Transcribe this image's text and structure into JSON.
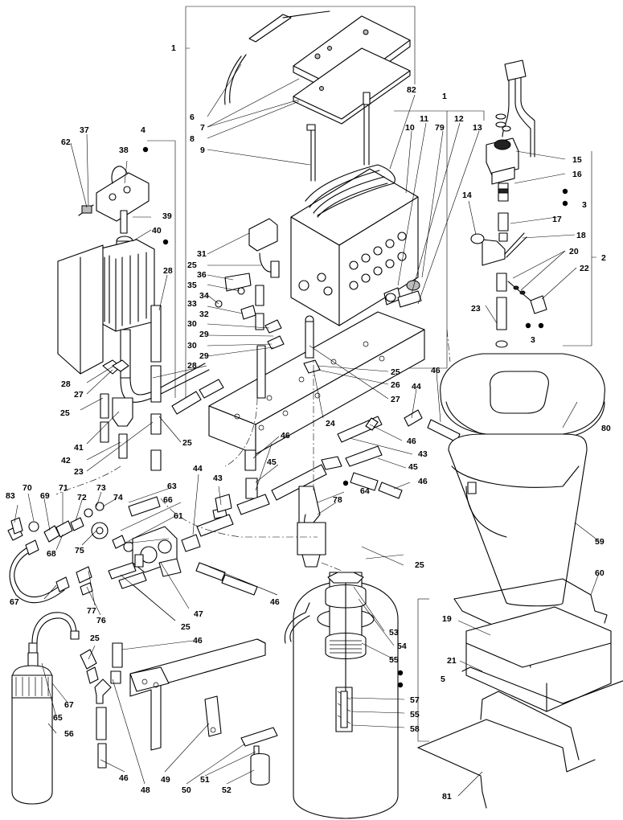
{
  "callouts": [
    {
      "id": "c1",
      "text": "1"
    },
    {
      "id": "c1b",
      "text": "1"
    },
    {
      "id": "c2",
      "text": "2"
    },
    {
      "id": "c3a",
      "text": "3"
    },
    {
      "id": "c3b",
      "text": "3"
    },
    {
      "id": "c4",
      "text": "4"
    },
    {
      "id": "c5",
      "text": "5"
    },
    {
      "id": "c6",
      "text": "6"
    },
    {
      "id": "c7",
      "text": "7"
    },
    {
      "id": "c8",
      "text": "8"
    },
    {
      "id": "c9",
      "text": "9"
    },
    {
      "id": "c10",
      "text": "10"
    },
    {
      "id": "c11",
      "text": "11"
    },
    {
      "id": "c12",
      "text": "12"
    },
    {
      "id": "c13",
      "text": "13"
    },
    {
      "id": "c14",
      "text": "14"
    },
    {
      "id": "c15",
      "text": "15"
    },
    {
      "id": "c16",
      "text": "16"
    },
    {
      "id": "c17",
      "text": "17"
    },
    {
      "id": "c18",
      "text": "18"
    },
    {
      "id": "c19",
      "text": "19"
    },
    {
      "id": "c20",
      "text": "20"
    },
    {
      "id": "c21",
      "text": "21"
    },
    {
      "id": "c22",
      "text": "22"
    },
    {
      "id": "c23a",
      "text": "23"
    },
    {
      "id": "c23b",
      "text": "23"
    },
    {
      "id": "c24",
      "text": "24"
    },
    {
      "id": "c25a",
      "text": "25"
    },
    {
      "id": "c25b",
      "text": "25"
    },
    {
      "id": "c25c",
      "text": "25"
    },
    {
      "id": "c25d",
      "text": "25"
    },
    {
      "id": "c25e",
      "text": "25"
    },
    {
      "id": "c25f",
      "text": "25"
    },
    {
      "id": "c25g",
      "text": "25"
    },
    {
      "id": "c26",
      "text": "26"
    },
    {
      "id": "c27a",
      "text": "27"
    },
    {
      "id": "c27b",
      "text": "27"
    },
    {
      "id": "c28a",
      "text": "28"
    },
    {
      "id": "c28b",
      "text": "28"
    },
    {
      "id": "c28c",
      "text": "28"
    },
    {
      "id": "c29a",
      "text": "29"
    },
    {
      "id": "c29b",
      "text": "29"
    },
    {
      "id": "c30a",
      "text": "30"
    },
    {
      "id": "c30b",
      "text": "30"
    },
    {
      "id": "c31",
      "text": "31"
    },
    {
      "id": "c32",
      "text": "32"
    },
    {
      "id": "c33",
      "text": "33"
    },
    {
      "id": "c34",
      "text": "34"
    },
    {
      "id": "c35",
      "text": "35"
    },
    {
      "id": "c36",
      "text": "36"
    },
    {
      "id": "c37",
      "text": "37"
    },
    {
      "id": "c38",
      "text": "38"
    },
    {
      "id": "c39",
      "text": "39"
    },
    {
      "id": "c40",
      "text": "40"
    },
    {
      "id": "c41",
      "text": "41"
    },
    {
      "id": "c42",
      "text": "42"
    },
    {
      "id": "c43a",
      "text": "43"
    },
    {
      "id": "c43b",
      "text": "43"
    },
    {
      "id": "c44a",
      "text": "44"
    },
    {
      "id": "c44b",
      "text": "44"
    },
    {
      "id": "c45a",
      "text": "45"
    },
    {
      "id": "c45b",
      "text": "45"
    },
    {
      "id": "c46a",
      "text": "46"
    },
    {
      "id": "c46b",
      "text": "46"
    },
    {
      "id": "c46c",
      "text": "46"
    },
    {
      "id": "c46d",
      "text": "46"
    },
    {
      "id": "c46e",
      "text": "46"
    },
    {
      "id": "c46f",
      "text": "46"
    },
    {
      "id": "c46g",
      "text": "46"
    },
    {
      "id": "c47",
      "text": "47"
    },
    {
      "id": "c48",
      "text": "48"
    },
    {
      "id": "c49",
      "text": "49"
    },
    {
      "id": "c50",
      "text": "50"
    },
    {
      "id": "c51",
      "text": "51"
    },
    {
      "id": "c52",
      "text": "52"
    },
    {
      "id": "c53",
      "text": "53"
    },
    {
      "id": "c54",
      "text": "54"
    },
    {
      "id": "c55a",
      "text": "55"
    },
    {
      "id": "c55b",
      "text": "55"
    },
    {
      "id": "c56",
      "text": "56"
    },
    {
      "id": "c57",
      "text": "57"
    },
    {
      "id": "c58",
      "text": "58"
    },
    {
      "id": "c59",
      "text": "59"
    },
    {
      "id": "c60",
      "text": "60"
    },
    {
      "id": "c61",
      "text": "61"
    },
    {
      "id": "c62",
      "text": "62"
    },
    {
      "id": "c63",
      "text": "63"
    },
    {
      "id": "c64",
      "text": "64"
    },
    {
      "id": "c65",
      "text": "65"
    },
    {
      "id": "c66",
      "text": "66"
    },
    {
      "id": "c67a",
      "text": "67"
    },
    {
      "id": "c67b",
      "text": "67"
    },
    {
      "id": "c68",
      "text": "68"
    },
    {
      "id": "c69",
      "text": "69"
    },
    {
      "id": "c70",
      "text": "70"
    },
    {
      "id": "c71",
      "text": "71"
    },
    {
      "id": "c72",
      "text": "72"
    },
    {
      "id": "c73",
      "text": "73"
    },
    {
      "id": "c74",
      "text": "74"
    },
    {
      "id": "c75",
      "text": "75"
    },
    {
      "id": "c76",
      "text": "76"
    },
    {
      "id": "c77",
      "text": "77"
    },
    {
      "id": "c78",
      "text": "78"
    },
    {
      "id": "c79",
      "text": "79"
    },
    {
      "id": "c80",
      "text": "80"
    },
    {
      "id": "c81",
      "text": "81"
    },
    {
      "id": "c82",
      "text": "82"
    },
    {
      "id": "c83",
      "text": "83"
    }
  ]
}
